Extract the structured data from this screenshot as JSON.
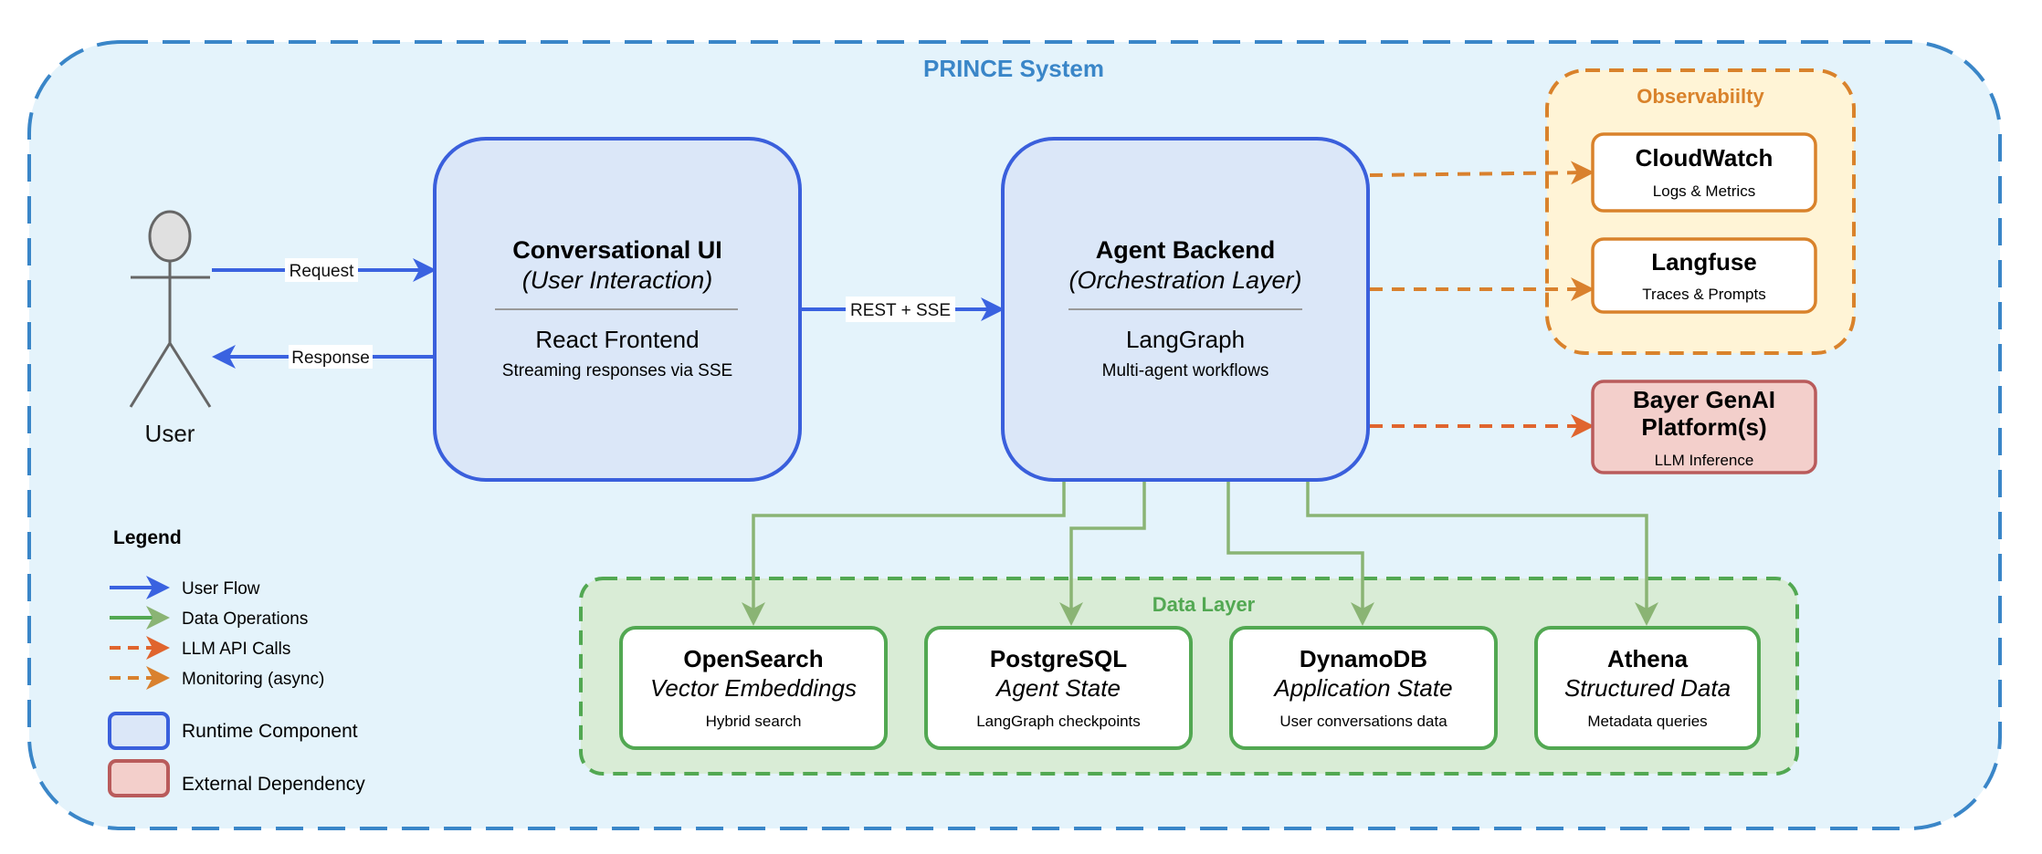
{
  "system_label": "PRINCE System",
  "user": {
    "label": "User"
  },
  "conversational_ui": {
    "title": "Conversational UI",
    "subtitle": "(User Interaction)",
    "tech": "React Frontend",
    "detail": "Streaming responses via SSE"
  },
  "agent_backend": {
    "title": "Agent Backend",
    "subtitle": "(Orchestration Layer)",
    "tech": "LangGraph",
    "detail": "Multi-agent workflows"
  },
  "edges": {
    "request": "Request",
    "response": "Response",
    "rest_sse": "REST + SSE"
  },
  "observability": {
    "label": "Observabiilty",
    "cloudwatch": {
      "title": "CloudWatch",
      "detail": "Logs & Metrics"
    },
    "langfuse": {
      "title": "Langfuse",
      "detail": "Traces & Prompts"
    }
  },
  "genai": {
    "title_line1": "Bayer GenAI",
    "title_line2": "Platform(s)",
    "detail": "LLM Inference"
  },
  "data_layer": {
    "label": "Data Layer",
    "stores": [
      {
        "title": "OpenSearch",
        "subtitle": "Vector Embeddings",
        "detail": "Hybrid search"
      },
      {
        "title": "PostgreSQL",
        "subtitle": "Agent State",
        "detail": "LangGraph checkpoints"
      },
      {
        "title": "DynamoDB",
        "subtitle": "Application State",
        "detail": "User conversations data"
      },
      {
        "title": "Athena",
        "subtitle": "Structured Data",
        "detail": "Metadata queries"
      }
    ]
  },
  "legend": {
    "title": "Legend",
    "items": [
      {
        "label": "User Flow"
      },
      {
        "label": "Data Operations"
      },
      {
        "label": "LLM API Calls"
      },
      {
        "label": "Monitoring (async)"
      },
      {
        "label": "Runtime Component"
      },
      {
        "label": "External Dependency"
      }
    ]
  },
  "colors": {
    "system_border": "#3a86c8",
    "system_fill": "#e4f3fb",
    "runtime_border": "#3a5fdc",
    "runtime_fill": "#dbe7f8",
    "user_flow": "#3a62e0",
    "data_ops": "#8ab474",
    "data_layer_border": "#52a852",
    "data_layer_fill": "#d9ecd6",
    "store_border": "#52a852",
    "llm_calls": "#e0652e",
    "monitoring": "#d9812e",
    "observability_border": "#d9822b",
    "observability_fill": "#fff4d6",
    "external_border": "#b95b5b",
    "external_fill": "#f3cfcb"
  }
}
